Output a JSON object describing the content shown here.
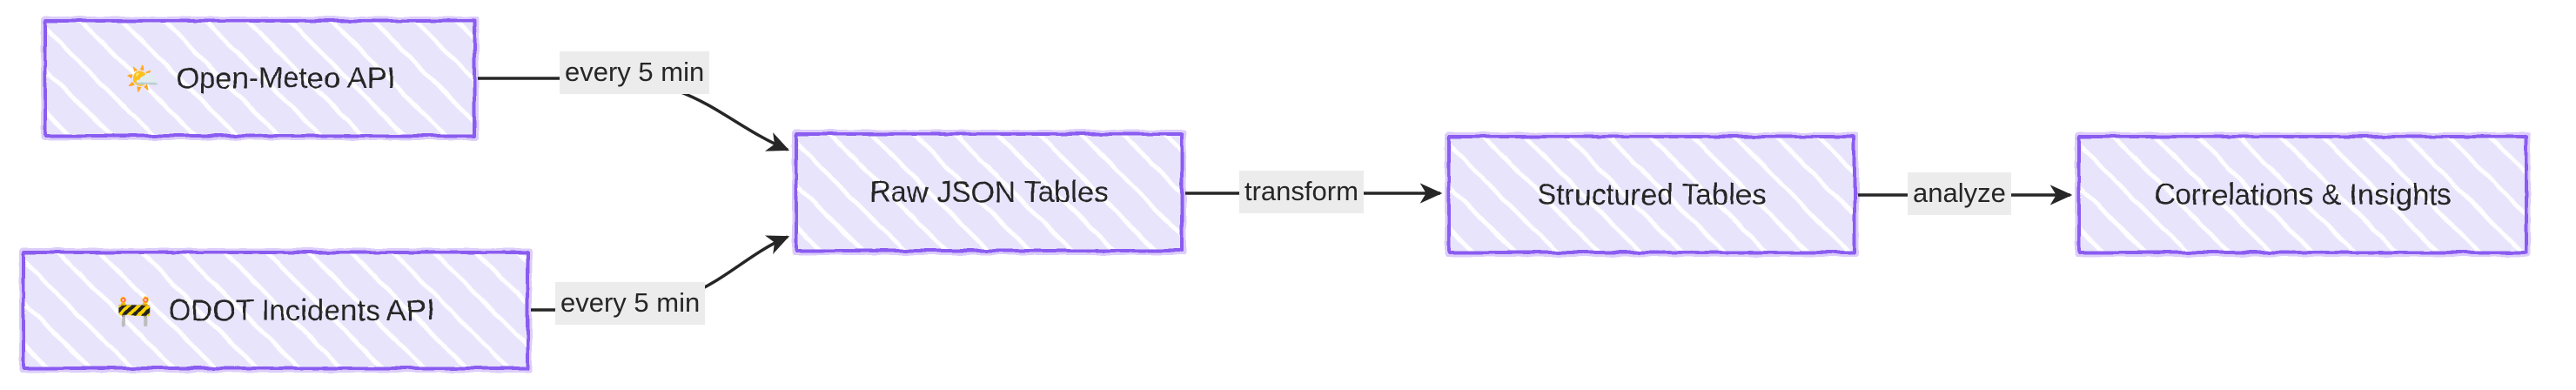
{
  "diagram": {
    "type": "flowchart",
    "direction": "left-to-right",
    "theme": {
      "node_stroke": "#8a5cf0",
      "node_fill": "#e8e4fb",
      "hatch_color": "#ffffff",
      "edge_stroke": "#262626",
      "edge_label_bg": "#ececec",
      "text_color": "#262626",
      "background": "#ffffff"
    },
    "nodes": [
      {
        "id": "open-meteo",
        "emoji": "🌤️",
        "emoji_name": "sun-behind-cloud-icon",
        "label": "Open-Meteo API"
      },
      {
        "id": "odot",
        "emoji": "🚧",
        "emoji_name": "construction-barrier-icon",
        "label": "ODOT Incidents API"
      },
      {
        "id": "raw-json",
        "emoji": "",
        "emoji_name": "",
        "label": "Raw JSON Tables"
      },
      {
        "id": "structured",
        "emoji": "",
        "emoji_name": "",
        "label": "Structured Tables"
      },
      {
        "id": "insights",
        "emoji": "",
        "emoji_name": "",
        "label": "Correlations & Insights"
      }
    ],
    "edges": [
      {
        "from": "open-meteo",
        "to": "raw-json",
        "label": "every 5 min"
      },
      {
        "from": "odot",
        "to": "raw-json",
        "label": "every 5 min"
      },
      {
        "from": "raw-json",
        "to": "structured",
        "label": "transform"
      },
      {
        "from": "structured",
        "to": "insights",
        "label": "analyze"
      }
    ]
  }
}
